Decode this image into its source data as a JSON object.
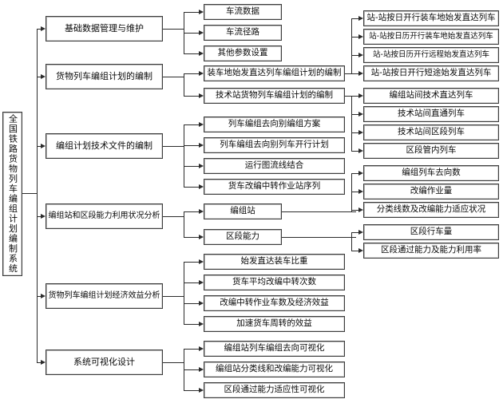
{
  "diagram": {
    "title": "全国铁路货物列车编组计划编制系统",
    "root": {
      "label": "全国铁路货物列车编组计划编制系统"
    },
    "level2": [
      {
        "id": "l2-1",
        "label": "基础数据管理与维护"
      },
      {
        "id": "l2-2",
        "label": "货物列车编组计划的编制"
      },
      {
        "id": "l2-3",
        "label": "编组计划技术文件的编制"
      },
      {
        "id": "l2-4",
        "label": "编组站和区段能力利用状况分析"
      },
      {
        "id": "l2-5",
        "label": "货物列车编组计划经济效益分析"
      },
      {
        "id": "l2-6",
        "label": "系统可视化设计"
      }
    ],
    "level3": [
      {
        "id": "l3-1",
        "label": "车流数据"
      },
      {
        "id": "l3-2",
        "label": "车流径路"
      },
      {
        "id": "l3-3",
        "label": "其他参数设置"
      },
      {
        "id": "l3-4",
        "label": "装车地始发直达列车编组计划的编制"
      },
      {
        "id": "l3-5",
        "label": "技术站货物列车编组计划的编制"
      },
      {
        "id": "l3-6",
        "label": "列车编组去向别编组方案"
      },
      {
        "id": "l3-7",
        "label": "列车编组去向别列车开行计划"
      },
      {
        "id": "l3-8",
        "label": "运行图流线结合"
      },
      {
        "id": "l3-9",
        "label": "货车改编中转作业站序列"
      },
      {
        "id": "l3-10",
        "label": "编组站"
      },
      {
        "id": "l3-11",
        "label": "区段能力"
      },
      {
        "id": "l3-12",
        "label": "始发直达装车比重"
      },
      {
        "id": "l3-13",
        "label": "货车平均改编中转次数"
      },
      {
        "id": "l3-14",
        "label": "改编中转作业车数及经济效益"
      },
      {
        "id": "l3-15",
        "label": "加速货车周转的效益"
      },
      {
        "id": "l3-16",
        "label": "编组站列车编组去向可视化"
      },
      {
        "id": "l3-17",
        "label": "编组站分类线和改编能力可视化"
      },
      {
        "id": "l3-18",
        "label": "区段通过能力适应性可视化"
      }
    ],
    "level4": [
      {
        "id": "l4-1",
        "label": "站-站按日开行装车地始发直达列车"
      },
      {
        "id": "l4-2",
        "label": "站-站按日历开行装车地始发直达列车"
      },
      {
        "id": "l4-3",
        "label": "站-站按日历开行远程始发直达列车"
      },
      {
        "id": "l4-4",
        "label": "站-站按日开行短途始发直达列车"
      },
      {
        "id": "l4-5",
        "label": "编组站间技术直达列车"
      },
      {
        "id": "l4-6",
        "label": "技术站间直通列车"
      },
      {
        "id": "l4-7",
        "label": "技术站间区段列车"
      },
      {
        "id": "l4-8",
        "label": "区段管内列车"
      },
      {
        "id": "l4-9",
        "label": "编组列车去向数"
      },
      {
        "id": "l4-10",
        "label": "改编作业量"
      },
      {
        "id": "l4-11",
        "label": "分类线数及改编能力适应状况"
      },
      {
        "id": "l4-12",
        "label": "区段行车量"
      },
      {
        "id": "l4-13",
        "label": "区段通过能力及能力利用率"
      }
    ],
    "colors": {
      "border": "#3c3c3c",
      "connector": "#2b2b2b",
      "bevel": "#b9b9b9",
      "background": "#ffffff",
      "text": "#0a0a0a"
    }
  }
}
